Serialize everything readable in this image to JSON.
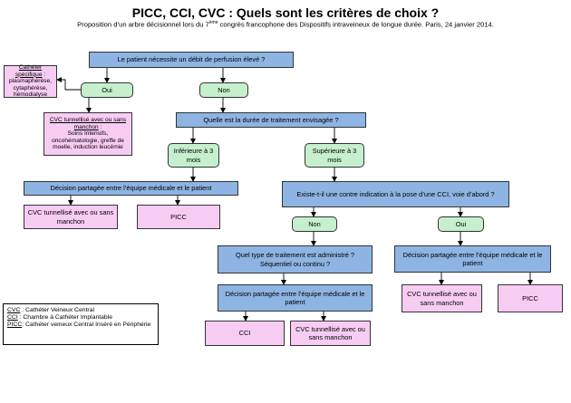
{
  "header": {
    "title": "PICC, CCI, CVC : Quels sont les critères de choix ?",
    "subtitle_pre": "Proposition d’un arbre décisionnel lors du 7",
    "subtitle_sup": "ème",
    "subtitle_post": " congrès francophone des Dispositifs intraveineux de longue durée. Paris, 24 janvier 2014."
  },
  "nodes": {
    "q_debit": "Le patient nécessite un débit de perfusion élevé ?",
    "oui_1": "Oui",
    "non_1": "Non",
    "cath_specifique_title": "Cathéter spécifique",
    "cath_specifique_sep": " :",
    "cath_specifique_body": "plasmaphérèse, cytaphérèse, hémodialyse",
    "cvc_tunnel_1_title": "CVC tunnellisé avec ou sans manchon",
    "cvc_tunnel_1_sep": " :",
    "cvc_tunnel_1_body": "Soins Intensifs, oncohématologie, greffe de moelle, induction leucémie",
    "q_duree": "Quelle est la durée de traitement envisagée ?",
    "inf_3": "Inférieure à 3 mois",
    "sup_3": "Supérieure à 3 mois",
    "decision_1": "Décision partagée entre l’équipe médicale et le patient",
    "cvc_tunnel_2": "CVC tunnellisé avec ou sans manchon",
    "picc_1": "PICC",
    "q_contre": "Existe-t-il une contre indication à la pose d’une CCI, voie d’abord ?",
    "non_2": "Non",
    "oui_2": "Oui",
    "q_type": "Quel type de traitement est administré ? Séquentiel ou continu ?",
    "decision_2": "Décision partagée entre l’équipe médicale et le patient",
    "cvc_tunnel_3": "CVC tunnellisé avec ou sans manchon",
    "picc_2": "PICC",
    "decision_3": "Décision partagée entre l’équipe médicale et le patient",
    "cci": "CCI",
    "cvc_tunnel_4": "CVC tunnellisé avec ou sans manchon"
  },
  "legend": [
    {
      "abbr": "CVC",
      "text": " : Cathéter Veineux Central"
    },
    {
      "abbr": "CCI",
      "text": " : Chambre à Cathéter Implantable"
    },
    {
      "abbr": "PICC",
      "text": ": Cathéter veineux Central Inséré en Périphérie"
    }
  ],
  "colors": {
    "question": "#8db4e2",
    "answer": "#c6efce",
    "outcome": "#f7ccf3",
    "line": "#000000"
  }
}
